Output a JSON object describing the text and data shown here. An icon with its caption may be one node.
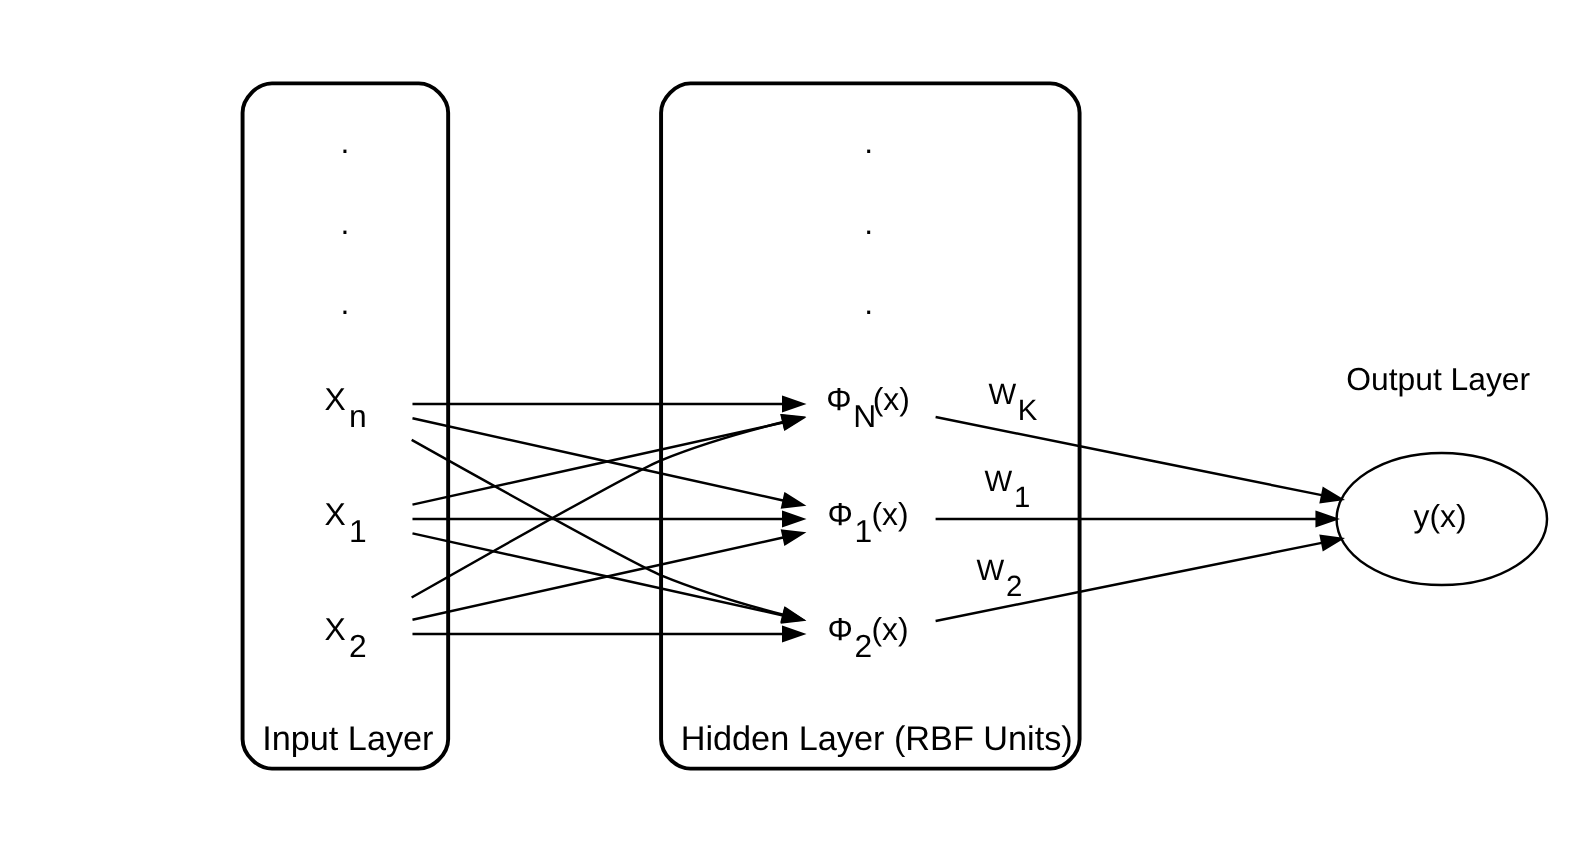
{
  "diagram": {
    "nodes": [
      {
        "text": [],
        "shape": "ellipse",
        "beside": [
          "Input Layer"
        ]
      },
      {
        "text": [
          "X$_{1}$"
        ],
        "in": 0
      },
      {
        "text": [
          "X$_{2}$"
        ],
        "in": 0
      },
      {
        "text": [
          "X$_{n}$"
        ],
        "in": 0
      },
      {
        "text": [],
        "shape": "ellipse",
        "beside": [
          "Hidden Layer (RBF Units)"
        ]
      },
      {
        "text": [
          "Φ$_{1}$(x)"
        ],
        "in": 4
      },
      {
        "text": [
          "Φ$_{2}$(x)"
        ],
        "in": 4
      },
      {
        "text": [
          "Φ$_{N}$(x)"
        ],
        "in": 4
      },
      {
        "text": [
          "y(x)"
        ],
        "beside": [
          "Output Layer"
        ]
      }
    ],
    "edges": [
      {
        "from": 1,
        "to": 5,
        "arrow": "to"
      },
      {
        "from": 1,
        "to": 6,
        "arrow": "to"
      },
      {
        "from": 1,
        "to": 7,
        "arrow": "to"
      },
      {
        "from": 2,
        "to": 5,
        "arrow": "to"
      },
      {
        "from": 2,
        "to": 6,
        "arrow": "to"
      },
      {
        "from": 2,
        "to": 7,
        "arrow": "to"
      },
      {
        "from": 3,
        "to": 5,
        "arrow": "to"
      },
      {
        "from": 3,
        "to": 6,
        "arrow": "to"
      },
      {
        "from": 3,
        "to": 7,
        "arrow": "to"
      },
      {
        "from": 5,
        "to": 8,
        "arrow": "to",
        "label": "W$_{1}$"
      },
      {
        "from": 6,
        "to": 8,
        "arrow": "to",
        "label": "W$_{2}$"
      },
      {
        "from": 7,
        "to": 8,
        "arrow": "to",
        "label": "W$_{K}$"
      }
    ],
    "labels": [
      ".",
      ".",
      ".",
      ".",
      ".",
      "."
    ]
  }
}
